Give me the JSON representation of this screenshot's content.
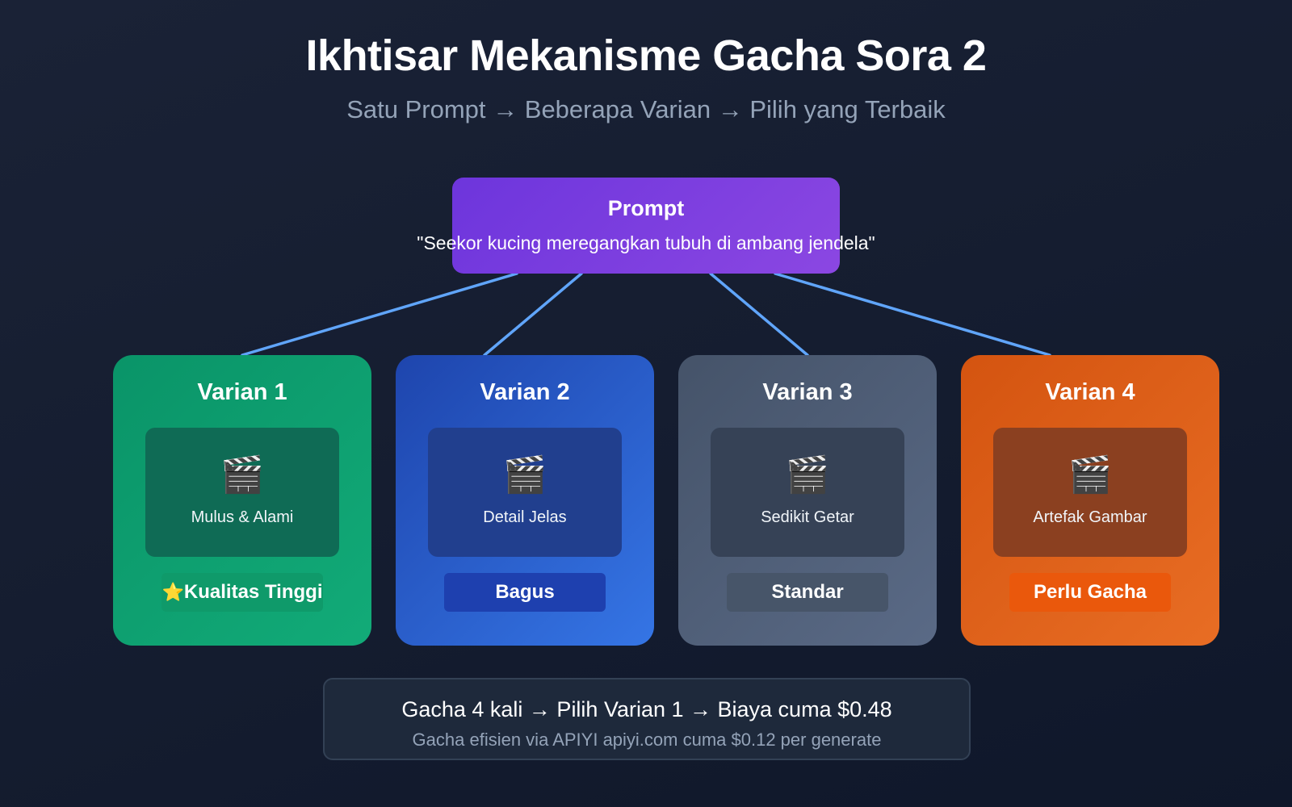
{
  "header": {
    "title": "Ikhtisar Mekanisme Gacha Sora 2",
    "subtitle": "Satu Prompt → Beberapa Varian → Pilih yang Terbaik"
  },
  "prompt": {
    "label": "Prompt",
    "text": "\"Seekor kucing meregangkan tubuh di ambang jendela\"",
    "color": "#7c3aed"
  },
  "connector_color": "#60a5fa",
  "variants": [
    {
      "title": "Varian 1",
      "icon": "clapper-board-icon",
      "icon_glyph": "🎬",
      "description": "Mulus & Alami",
      "badge_star": "⭐",
      "badge": "Kualitas Tinggi",
      "card_color": "#10a674",
      "badge_color": "#0f9a6a"
    },
    {
      "title": "Varian 2",
      "icon": "clapper-board-icon",
      "icon_glyph": "🎬",
      "description": "Detail Jelas",
      "badge": "Bagus",
      "card_color": "#2f67d8",
      "badge_color": "#1e40af"
    },
    {
      "title": "Varian 3",
      "icon": "clapper-board-icon",
      "icon_glyph": "🎬",
      "description": "Sedikit Getar",
      "badge": "Standar",
      "card_color": "#4f5d75",
      "badge_color": "#475569"
    },
    {
      "title": "Varian 4",
      "icon": "clapper-board-icon",
      "icon_glyph": "🎬",
      "description": "Artefak Gambar",
      "badge": "Perlu Gacha",
      "card_color": "#e0621a",
      "badge_color": "#ea580c"
    }
  ],
  "summary": {
    "main": "Gacha 4 kali → Pilih Varian 1 → Biaya cuma $0.48",
    "note": "Gacha efisien via APIYI apiyi.com cuma $0.12 per generate"
  }
}
